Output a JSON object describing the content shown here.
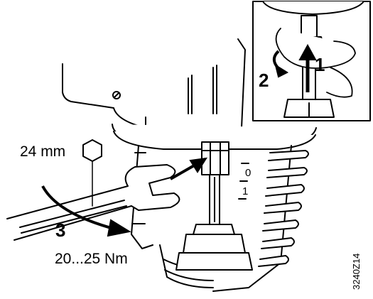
{
  "labels": {
    "wrench_size": "24 mm",
    "torque": "20...25 Nm",
    "step1": "1",
    "step2": "2",
    "step3": "3",
    "drawing_code": "3240Z14",
    "scale_0": "0",
    "scale_1": "1"
  },
  "colors": {
    "line": "#000000",
    "fill": "#ffffff"
  }
}
